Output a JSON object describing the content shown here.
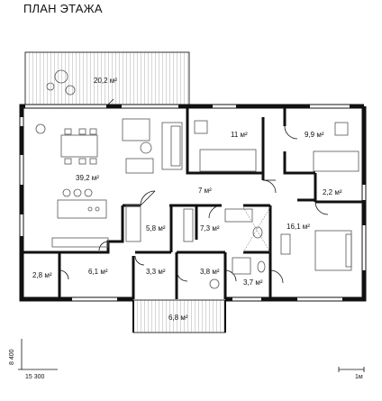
{
  "title": "ПЛАН ЭТАЖА",
  "rooms": [
    {
      "id": "terrace-top",
      "label": "20,2 м²"
    },
    {
      "id": "living-kitchen",
      "label": "39,2 м²"
    },
    {
      "id": "bedroom-1",
      "label": "11 м²"
    },
    {
      "id": "bedroom-2",
      "label": "9,9 м²"
    },
    {
      "id": "hall",
      "label": "7 м²"
    },
    {
      "id": "closet-right",
      "label": "2,2 м²"
    },
    {
      "id": "corridor",
      "label": "5,8 м²"
    },
    {
      "id": "bathroom",
      "label": "7,3 м²"
    },
    {
      "id": "bedroom-master",
      "label": "16,1 м²"
    },
    {
      "id": "storage-left",
      "label": "2,8 м²"
    },
    {
      "id": "room-small",
      "label": "6,1 м²"
    },
    {
      "id": "entry",
      "label": "3,3 м²"
    },
    {
      "id": "boiler",
      "label": "3,8 м²"
    },
    {
      "id": "wc",
      "label": "3,7 м²"
    },
    {
      "id": "porch",
      "label": "6,8 м²"
    }
  ],
  "dimensions": {
    "height": "8 400",
    "width": "15 300",
    "scale": "1м"
  }
}
